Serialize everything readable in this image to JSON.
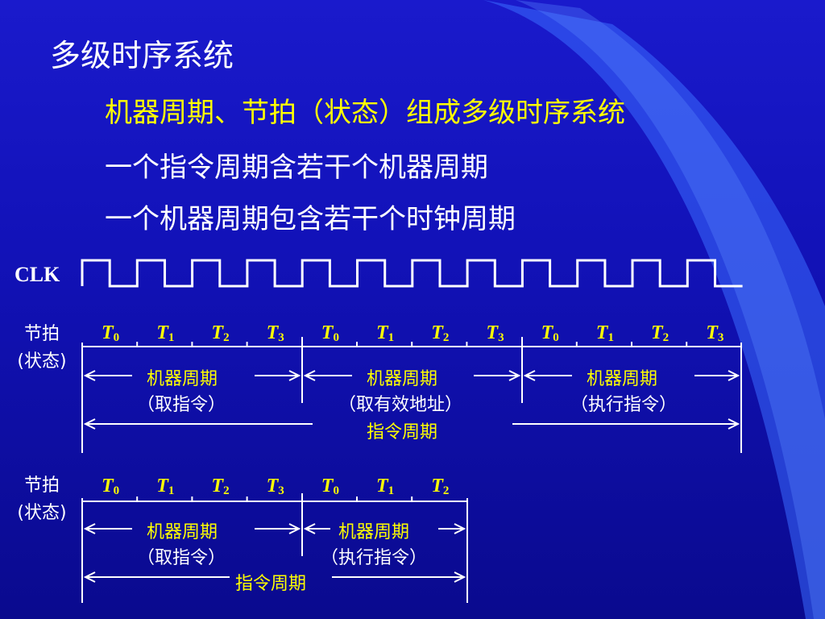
{
  "title": "多级时序系统",
  "bullets": [
    "机器周期、节拍（状态）组成多级时序系统",
    "一个指令周期含若干个机器周期",
    "一个机器周期包含若干个时钟周期"
  ],
  "clock": {
    "label": "CLK",
    "cycles": 12
  },
  "diagrams": [
    {
      "beat_label_line1": "节拍",
      "beat_label_line2": "(状态)",
      "beats": [
        "T0",
        "T1",
        "T2",
        "T3",
        "T0",
        "T1",
        "T2",
        "T3",
        "T0",
        "T1",
        "T2",
        "T3"
      ],
      "machine_cycles": [
        {
          "label": "机器周期",
          "sub": "（取指令）"
        },
        {
          "label": "机器周期",
          "sub": "（取有效地址）"
        },
        {
          "label": "机器周期",
          "sub": "（执行指令）"
        }
      ],
      "instruction_cycle": "指令周期"
    },
    {
      "beat_label_line1": "节拍",
      "beat_label_line2": "(状态)",
      "beats": [
        "T0",
        "T1",
        "T2",
        "T3",
        "T0",
        "T1",
        "T2"
      ],
      "machine_cycles": [
        {
          "label": "机器周期",
          "sub": "（取指令）"
        },
        {
          "label": "机器周期",
          "sub": "（执行指令）"
        }
      ],
      "instruction_cycle": "指令周期"
    }
  ],
  "colors": {
    "background": "#1212b8",
    "accent": "#ffff00",
    "text": "#ffffff",
    "beam": "#3a6cff"
  }
}
